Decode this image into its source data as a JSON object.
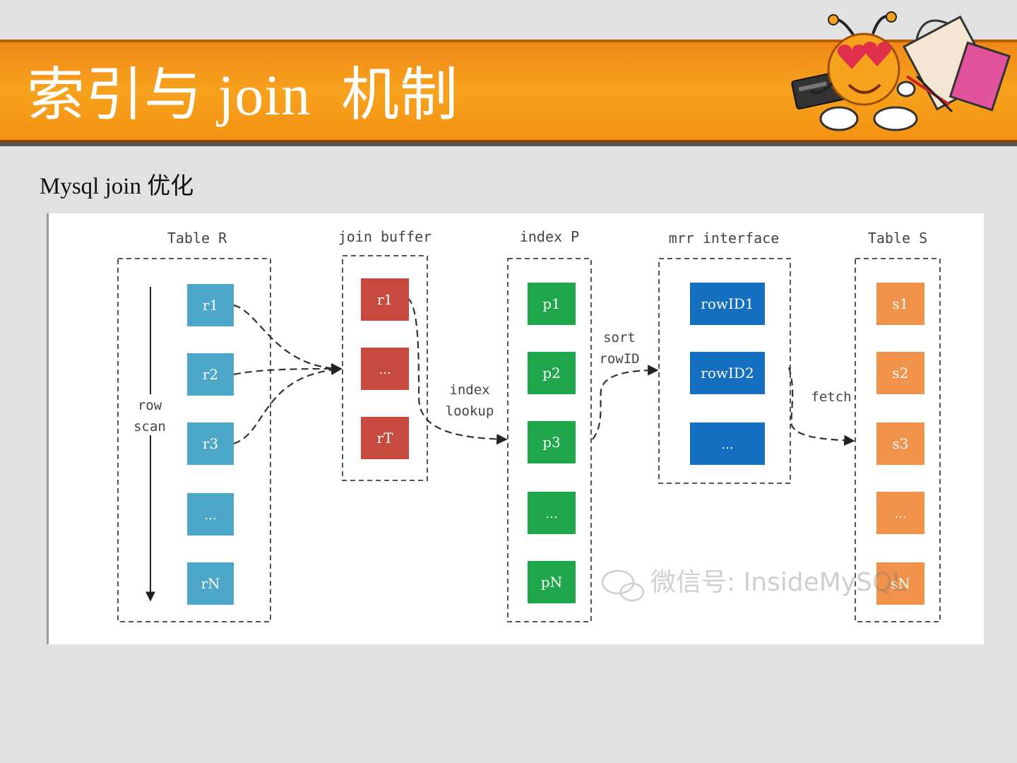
{
  "slide": {
    "title": "索引与 join  机制",
    "subtitle": "Mysql join 优化"
  },
  "diagram": {
    "columns": [
      {
        "key": "tableR",
        "label": "Table R",
        "items": [
          "r1",
          "r2",
          "r3",
          "...",
          "rN"
        ],
        "color": "#4ba6c7"
      },
      {
        "key": "joinBuffer",
        "label": "join buffer",
        "items": [
          "r1",
          "...",
          "rT"
        ],
        "color": "#c74a3f"
      },
      {
        "key": "indexP",
        "label": "index P",
        "items": [
          "p1",
          "p2",
          "p3",
          "...",
          "pN"
        ],
        "color": "#1fa64a"
      },
      {
        "key": "mrr",
        "label": "mrr interface",
        "items": [
          "rowID1",
          "rowID2",
          "..."
        ],
        "color": "#146fc0"
      },
      {
        "key": "tableS",
        "label": "Table S",
        "items": [
          "s1",
          "s2",
          "s3",
          "...",
          "sN"
        ],
        "color": "#f0924a"
      }
    ],
    "annotations": {
      "row_scan_1": "row",
      "row_scan_2": "scan",
      "index_lookup_1": "index",
      "index_lookup_2": "lookup",
      "sort_rowid_1": "sort",
      "sort_rowid_2": "rowID",
      "fetch": "fetch"
    },
    "watermark": "微信号: InsideMySQL"
  }
}
